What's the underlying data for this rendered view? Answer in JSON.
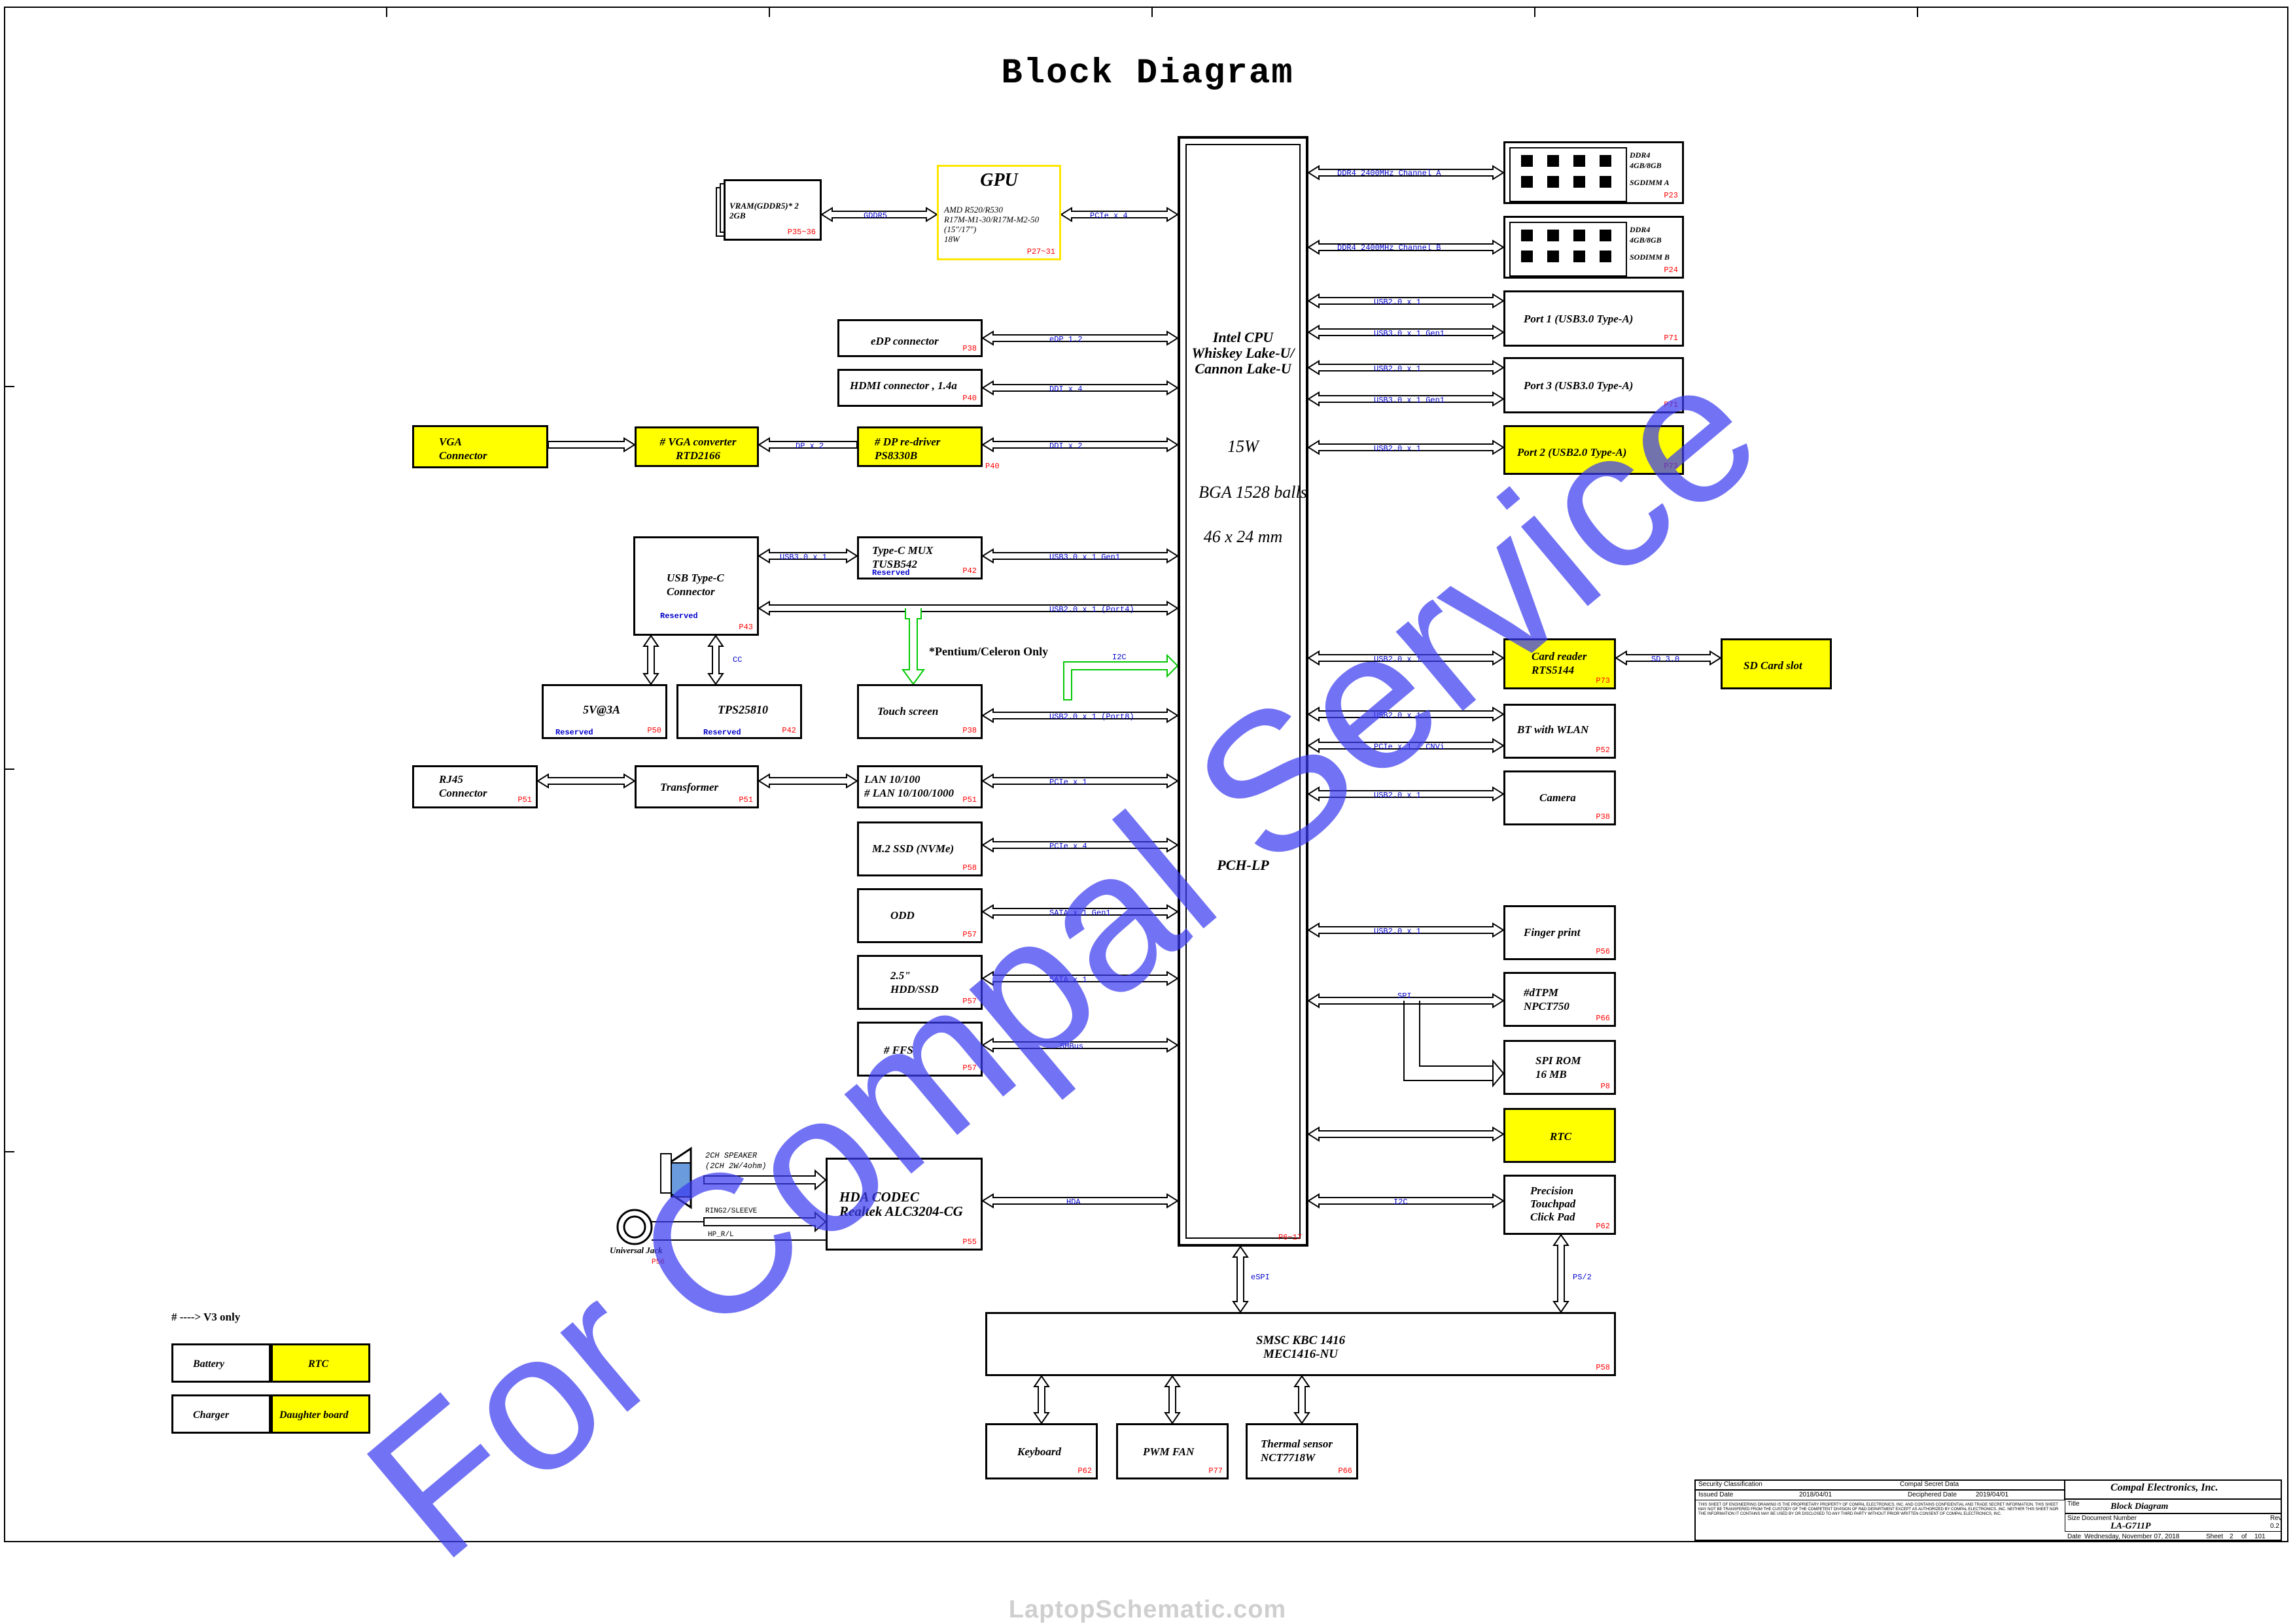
{
  "title": "Block Diagram",
  "watermark": "For Compal Service",
  "footer_site": "LaptopSchematic.com",
  "colors": {
    "highlight": "#ffff00",
    "gpu_border": "#ffe600",
    "bus_label": "#0000cc",
    "page_ref": "#ff0000",
    "watermark": "#3c3cf0",
    "green_link": "#00c800"
  },
  "cpu": {
    "line1": "Intel CPU",
    "line2": "Whiskey Lake-U/",
    "line3": "Cannon Lake-U",
    "power": "15W",
    "package": "BGA 1528 balls",
    "size": "46 x 24 mm",
    "pch": "PCH-LP",
    "page": "P6~17"
  },
  "gpu": {
    "title": "GPU",
    "line1": "AMD R520/R530",
    "line2": "R17M-M1-30/R17M-M2-50",
    "line3": "(15\"/17\")",
    "line4": "18W",
    "page": "P27~31"
  },
  "vram": {
    "line1": "VRAM(GDDR5)* 2",
    "line2": "2GB",
    "page": "P35~36"
  },
  "ddr": [
    {
      "line1": "DDR4",
      "line2": "4GB/8GB",
      "line3": "SGDIMM A",
      "page": "P23",
      "bus": "DDR4 2400MHz Channel A"
    },
    {
      "line1": "DDR4",
      "line2": "4GB/8GB",
      "line3": "SODIMM B",
      "page": "P24",
      "bus": "DDR4 2400MHz Channel B"
    }
  ],
  "left": {
    "edp": {
      "label": "eDP connector",
      "page": "P38",
      "bus": "eDP 1.2"
    },
    "hdmi": {
      "label": "HDMI connector , 1.4a",
      "page": "P40",
      "bus": "DDI x 4"
    },
    "vga": {
      "line1": "VGA",
      "line2": "Connector"
    },
    "vga_conv": {
      "line1": "# VGA converter",
      "line2": "RTD2166",
      "bus": "DP x 2"
    },
    "dp_redriver": {
      "line1": "# DP re-driver",
      "line2": "PS8330B",
      "page": "P40",
      "bus": "DDI x 2"
    },
    "typec": {
      "line1": "USB Type-C",
      "line2": "Connector",
      "reserved": "Reserved",
      "page": "P43"
    },
    "typec_mux": {
      "line1": "Type-C MUX",
      "line2": "TUSB542",
      "reserved": "Reserved",
      "page": "P42",
      "bus_left": "USB3.0 x 1",
      "bus_right": "USB3.0 x 1 Gen1"
    },
    "typec_usb2": "USB2.0 x 1 (Port4)",
    "cc": "CC",
    "pentium_note": "*Pentium/Celeron Only",
    "i2c": "I2C",
    "v5": {
      "label": "5V@3A",
      "reserved": "Reserved",
      "page": "P50"
    },
    "tps": {
      "label": "TPS25810",
      "reserved": "Reserved",
      "page": "P42"
    },
    "touch": {
      "label": "Touch screen",
      "page": "P38",
      "bus": "USB2.0 x 1 (Port8)"
    },
    "rj45": {
      "line1": "RJ45",
      "line2": "Connector",
      "page": "P51"
    },
    "transformer": {
      "label": "Transformer",
      "page": "P51"
    },
    "lan": {
      "line1": "LAN 10/100",
      "line2": "# LAN 10/100/1000",
      "page": "P51",
      "bus": "PCIe x 1"
    },
    "m2ssd": {
      "label": "M.2 SSD (NVMe)",
      "page": "P58",
      "bus": "PCIe x 4"
    },
    "odd": {
      "label": "ODD",
      "page": "P57",
      "bus": "SATA x 1 Gen1"
    },
    "hdd": {
      "line1": "2.5\"",
      "line2": "HDD/SSD",
      "page": "P57",
      "bus": "SATA x 1"
    },
    "ffs": {
      "label": "# FFS",
      "page": "P57",
      "bus": "SMBus"
    },
    "codec": {
      "line1": "HDA CODEC",
      "line2": "Realtek ALC3204-CG",
      "page": "P55",
      "bus": "HDA"
    },
    "speaker": {
      "line1": "2CH SPEAKER",
      "line2": "(2CH 2W/4ohm)"
    },
    "ring": "RING2/SLEEVE",
    "hpl": "HP_R/L",
    "ujack": {
      "label": "Universal Jack",
      "page": "P56"
    }
  },
  "right": {
    "port1": {
      "label": "Port 1 (USB3.0 Type-A)",
      "page": "P71",
      "bus1": "USB2.0 x 1",
      "bus2": "USB3.0 x 1 Gen1"
    },
    "port3": {
      "label": "Port 3 (USB3.0 Type-A)",
      "page": "P71",
      "bus1": "USB2.0 x 1",
      "bus2": "USB3.0 x 1 Gen1"
    },
    "port2": {
      "label": "Port 2 (USB2.0 Type-A)",
      "page": "P73",
      "bus": "USB2.0 x 1"
    },
    "cardreader": {
      "line1": "Card reader",
      "line2": "RTS5144",
      "page": "P73",
      "bus": "USB2.0 x 1"
    },
    "sdslot": {
      "label": "SD Card slot",
      "bus": "SD 3.0"
    },
    "btwlan": {
      "label": "BT with WLAN",
      "page": "P52",
      "bus1": "USB2.0 x 1",
      "bus2": "PCIe x 1 / CNVi"
    },
    "camera": {
      "label": "Camera",
      "page": "P38",
      "bus": "USB2.0 x 1"
    },
    "finger": {
      "label": "Finger print",
      "page": "P56",
      "bus": "USB2.0 x 1"
    },
    "dtpm": {
      "line1": "#dTPM",
      "line2": "NPCT750",
      "page": "P66",
      "bus": "SPI"
    },
    "spirom": {
      "line1": "SPI ROM",
      "line2": "16 MB",
      "page": "P8"
    },
    "rtc": {
      "label": "RTC"
    },
    "touchpad": {
      "line1": "Precision",
      "line2": "Touchpad",
      "line3": "Click Pad",
      "page": "P62",
      "bus": "I2C"
    }
  },
  "kbc": {
    "line1": "SMSC KBC 1416",
    "line2": "MEC1416-NU",
    "page": "P58",
    "bus_espi": "eSPI",
    "bus_ps2": "PS/2"
  },
  "bottom": {
    "keyboard": {
      "label": "Keyboard",
      "page": "P62"
    },
    "fan": {
      "label": "PWM FAN",
      "page": "P77"
    },
    "thermal": {
      "line1": "Thermal sensor",
      "line2": "NCT7718W",
      "page": "P66"
    }
  },
  "legend": {
    "note": "# ----> V3 only",
    "items": [
      {
        "label": "Battery",
        "yellow": false
      },
      {
        "label": "RTC",
        "yellow": true
      },
      {
        "label": "Charger",
        "yellow": false
      },
      {
        "label": "Daughter board",
        "yellow": true
      }
    ]
  },
  "titleblock": {
    "security": "Security Classification",
    "secret": "Compal Secret Data",
    "issued": "Issued Date",
    "issued_date": "2018/04/01",
    "decipher": "Deciphered Date",
    "decipher_date": "2019/04/01",
    "company": "Compal Electronics, Inc.",
    "title_lbl": "Title",
    "title_val": "Block Diagram",
    "size_lbl": "Size",
    "doc_lbl": "Document Number",
    "doc_val": "LA-G711P",
    "rev_lbl": "Rev",
    "rev_val": "0.2",
    "date_lbl": "Date",
    "date_val": "Wednesday, November 07, 2018",
    "sheet_lbl": "Sheet",
    "sheet_val": "2",
    "of_lbl": "of",
    "of_val": "101",
    "legal": "THIS SHEET OF ENGINEERING DRAWING IS THE PROPRIETARY PROPERTY OF COMPAL ELECTRONICS, INC. AND CONTAINS CONFIDENTIAL AND TRADE SECRET INFORMATION. THIS SHEET MAY NOT BE TRANSFERED FROM THE CUSTODY OF THE COMPETENT DIVISION OF R&D DEPARTMENT EXCEPT AS AUTHORIZED BY COMPAL ELECTRONICS, INC. NEITHER THIS SHEET NOR THE INFORMATION IT CONTAINS MAY BE USED BY OR DISCLOSED TO ANY THIRD PARTY WITHOUT PRIOR WRITTEN CONSENT OF COMPAL ELECTRONICS, INC."
  }
}
